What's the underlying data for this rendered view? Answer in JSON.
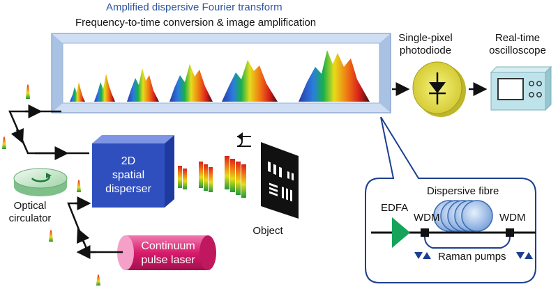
{
  "header": {
    "title": "Amplified dispersive Fourier transform",
    "subtitle": "Frequency-to-time conversion & image amplification"
  },
  "labels": {
    "photodiode": [
      "Single-pixel",
      "photodiode"
    ],
    "oscilloscope": [
      "Real-time",
      "oscilloscope"
    ],
    "spatial_disperser": [
      "2D",
      "spatial",
      "disperser"
    ],
    "optical_circulator": [
      "Optical",
      "circulator"
    ],
    "object": "Object",
    "laser": [
      "Continuum",
      "pulse laser"
    ],
    "edfa": "EDFA",
    "wdm_left": "WDM",
    "wdm_right": "WDM",
    "dispersive_fibre": "Dispersive fibre",
    "raman_pumps": "Raman pumps"
  },
  "colors": {
    "title_blue": "#2b55a0",
    "tube_frame": "#b9cfe8",
    "disperser_blue": "#2f4fbf",
    "laser_pink": "#d81b6b",
    "photodiode_yellow": "#e8e23a",
    "scope_cyan": "#bfe3ea",
    "edfa_green": "#17a35a",
    "fibre_blue": "#8fb4e6",
    "inset_border": "#1d3f8f"
  },
  "icons": [
    "diode-icon",
    "circulator-arrow-icon",
    "rotation-arrow-icon",
    "test-chart-icon"
  ]
}
